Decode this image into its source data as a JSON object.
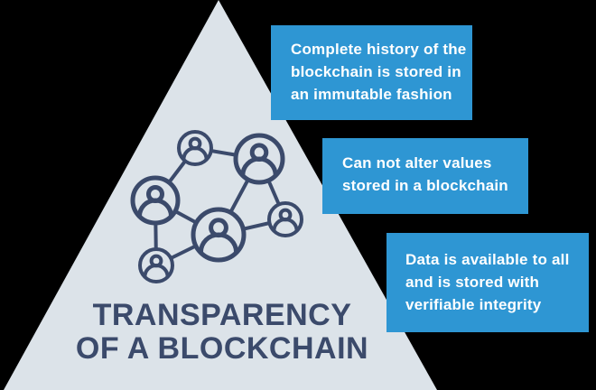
{
  "title": {
    "text": "TRANSPARENCY\nOF A BLOCKCHAIN"
  },
  "callouts": [
    {
      "text": "Complete history of the\nblockchain is stored in\nan immutable fashion"
    },
    {
      "text": "Can not alter values\nstored in a blockchain"
    },
    {
      "text": "Data is available to all\nand is stored with\nverifiable integrity"
    }
  ],
  "icon": "network-users-icon",
  "colors": {
    "background": "#000000",
    "triangle": "#dce3e9",
    "callout": "#2e96d3",
    "callout_text": "#ffffff",
    "navy": "#3b4a6b"
  }
}
